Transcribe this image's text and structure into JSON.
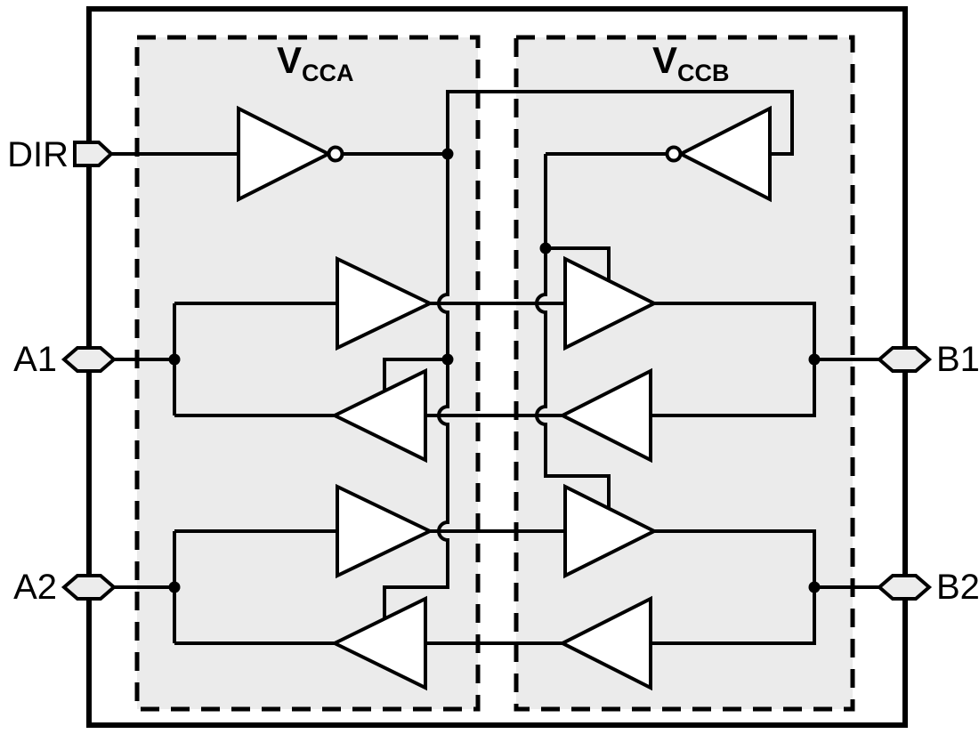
{
  "figure": {
    "type": "functional-block-diagram",
    "description": "2-channel bidirectional level translator logic diagram with DIR control",
    "power_domains": [
      {
        "id": "vcca",
        "name": "V",
        "sub": "CCA"
      },
      {
        "id": "vccb",
        "name": "V",
        "sub": "CCB"
      }
    ],
    "pins": {
      "dir": "DIR",
      "a1": "A1",
      "a2": "A2",
      "b1": "B1",
      "b2": "B2"
    },
    "colors": {
      "line": "#000000",
      "domain_fill": "#ebebeb",
      "pin_fill": "#ececec",
      "background": "#ffffff",
      "text": "#000000"
    }
  }
}
